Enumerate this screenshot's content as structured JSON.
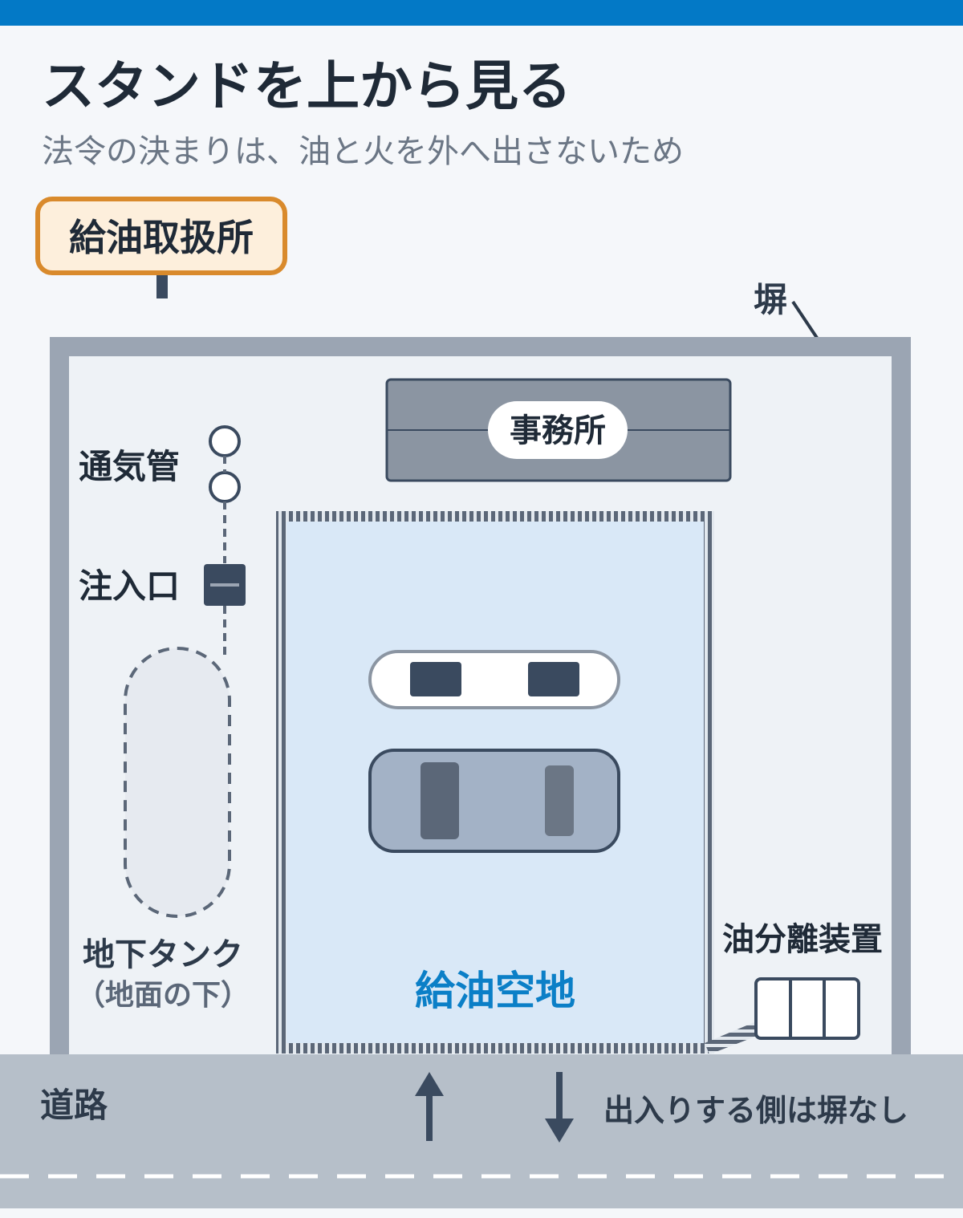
{
  "header": {
    "title": "スタンドを上から見る",
    "subtitle": "法令の決まりは、油と火を外へ出さないため"
  },
  "sign": {
    "label": "給油取扱所"
  },
  "labels": {
    "wall": "塀",
    "office": "事務所",
    "vent_pipe": "通気管",
    "fill_port": "注入口",
    "tank_line1": "地下タンク",
    "tank_line2": "（地面の下）",
    "refuel_area": "給油空地",
    "oil_separator": "油分離装置",
    "road": "道路",
    "no_wall_note": "出入りする側は塀なし"
  },
  "colors": {
    "top_bar": "#0379c6",
    "background": "#f5f7fa",
    "wall": "#9ba5b3",
    "lot": "#eef2f6",
    "office": "#8b95a2",
    "refuel_area_fill": "#d9e8f7",
    "refuel_area_text": "#0b7fc7",
    "dark": "#3a4a5f",
    "road": "#b6bfc9",
    "sign_border": "#d98a2c",
    "sign_fill": "#fdefdc"
  }
}
